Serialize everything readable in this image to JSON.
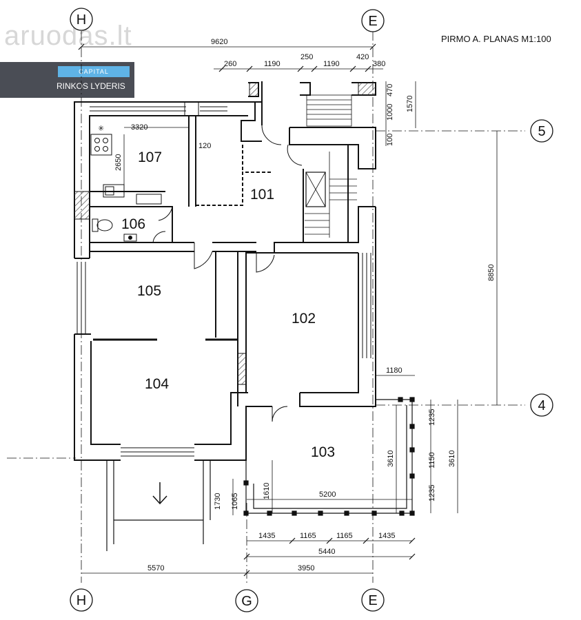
{
  "title": "PIRMO A. PLANAS M1:100",
  "watermark": "aruodas.lt",
  "badge": {
    "logo_text": "CAPITAL",
    "tagline": "RINKOS LYDERIS"
  },
  "axes": {
    "h_top": "H",
    "e_top": "E",
    "axis_5": "5",
    "axis_4": "4",
    "h_bottom": "H",
    "g_bottom": "G",
    "e_bottom": "E"
  },
  "rooms": {
    "r101": "101",
    "r102": "102",
    "r103": "103",
    "r104": "104",
    "r105": "105",
    "r106": "106",
    "r107": "107"
  },
  "dimensions": {
    "top_total": "9620",
    "top_a": "260",
    "top_b": "1190",
    "top_c": "250",
    "top_d": "1190",
    "top_e": "420",
    "top_f": "380",
    "right_a": "470",
    "right_b": "1000",
    "right_c": "1570",
    "right_d": "100",
    "kitchen_w": "3320",
    "kitchen_h": "2650",
    "wall": "120",
    "side_8850": "8850",
    "terrace_1180": "1180",
    "t_1235a": "1235",
    "t_1150": "1150",
    "t_1235b": "1235",
    "t_3610a": "3610",
    "t_3610b": "3610",
    "l_1730": "1730",
    "l_1065": "1065",
    "l_1610": "1610",
    "l_5200": "5200",
    "b_1435a": "1435",
    "b_1165a": "1165",
    "b_1165b": "1165",
    "b_1435b": "1435",
    "b_5440": "5440",
    "b_5570": "5570",
    "b_3950": "3950"
  },
  "icons": [
    "stove-icon",
    "sink-icon",
    "toilet-icon",
    "washbasin-icon",
    "entry-arrow-icon"
  ],
  "colors": {
    "line": "#111111",
    "hatch": "#555555",
    "badge_bg": "#4a4d55",
    "logo_bg": "#5fb3e6"
  }
}
